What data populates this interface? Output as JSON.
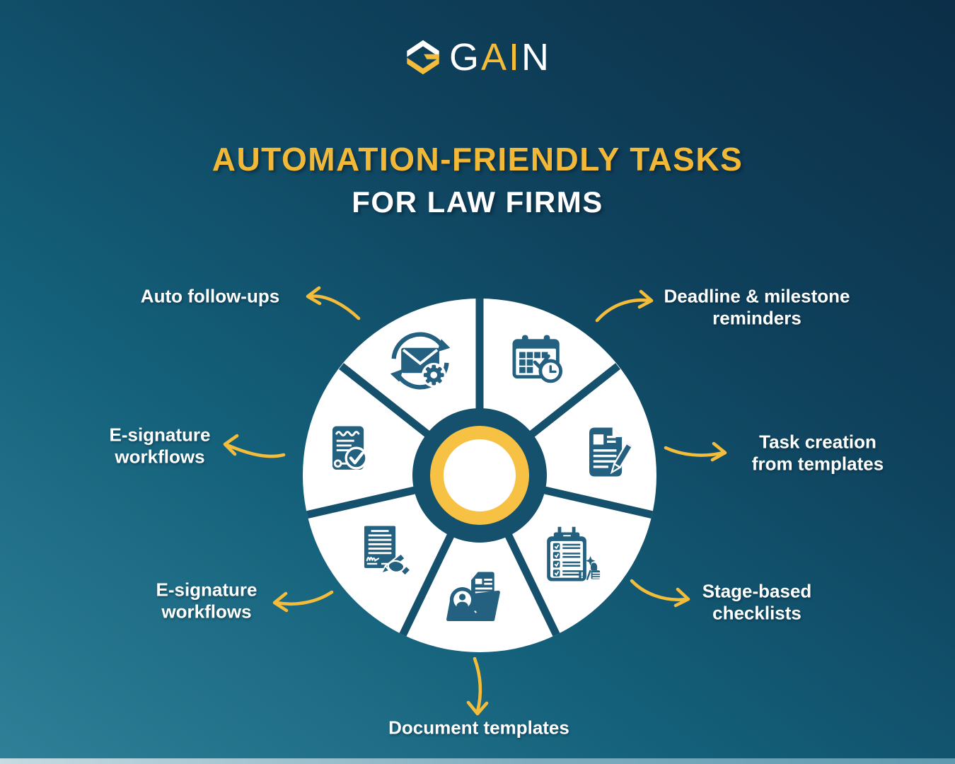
{
  "logo": {
    "mark": "gain-hexagon-logo",
    "brand_part1": "G",
    "brand_accent": "AI",
    "brand_part2": "N"
  },
  "title": {
    "line1": "AUTOMATION-FRIENDLY TASKS",
    "line2": "FOR LAW FIRMS"
  },
  "colors": {
    "background_dark": "#0c2e47",
    "background_light": "#2f8098",
    "accent_yellow": "#f3bc3b",
    "title_yellow": "#f2b838",
    "wheel_teal": "#15516c",
    "icon_teal": "#24607f",
    "segment_white": "#ffffff",
    "text_white": "#ffffff"
  },
  "wheel": {
    "segment_count": 7,
    "segments": [
      {
        "label": "Auto follow-ups",
        "icon": "email-automation-icon"
      },
      {
        "label": "Deadline & milestone reminders",
        "icon": "calendar-reminder-icon"
      },
      {
        "label": "Task creation from templates",
        "icon": "document-pencil-icon"
      },
      {
        "label": "Stage-based checklists",
        "icon": "checklist-clipboard-icon"
      },
      {
        "label": "Document templates",
        "icon": "folder-search-icon"
      },
      {
        "label": "E-signature workflows",
        "icon": "signing-document-icon"
      },
      {
        "label": "E-signature workflows",
        "icon": "verified-document-icon"
      }
    ]
  },
  "labels": [
    {
      "id": "auto-follow-ups",
      "lines": [
        "Auto follow-ups"
      ]
    },
    {
      "id": "deadline-milestone-reminders",
      "lines": [
        "Deadline & milestone",
        "reminders"
      ]
    },
    {
      "id": "task-creation-from-templates",
      "lines": [
        "Task creation",
        "from templates"
      ]
    },
    {
      "id": "stage-based-checklists",
      "lines": [
        "Stage-based",
        "checklists"
      ]
    },
    {
      "id": "document-templates",
      "lines": [
        "Document templates"
      ]
    },
    {
      "id": "e-signature-workflows-bottom",
      "lines": [
        "E-signature",
        "workflows"
      ]
    },
    {
      "id": "e-signature-workflows-left",
      "lines": [
        "E-signature",
        "workflows"
      ]
    }
  ]
}
